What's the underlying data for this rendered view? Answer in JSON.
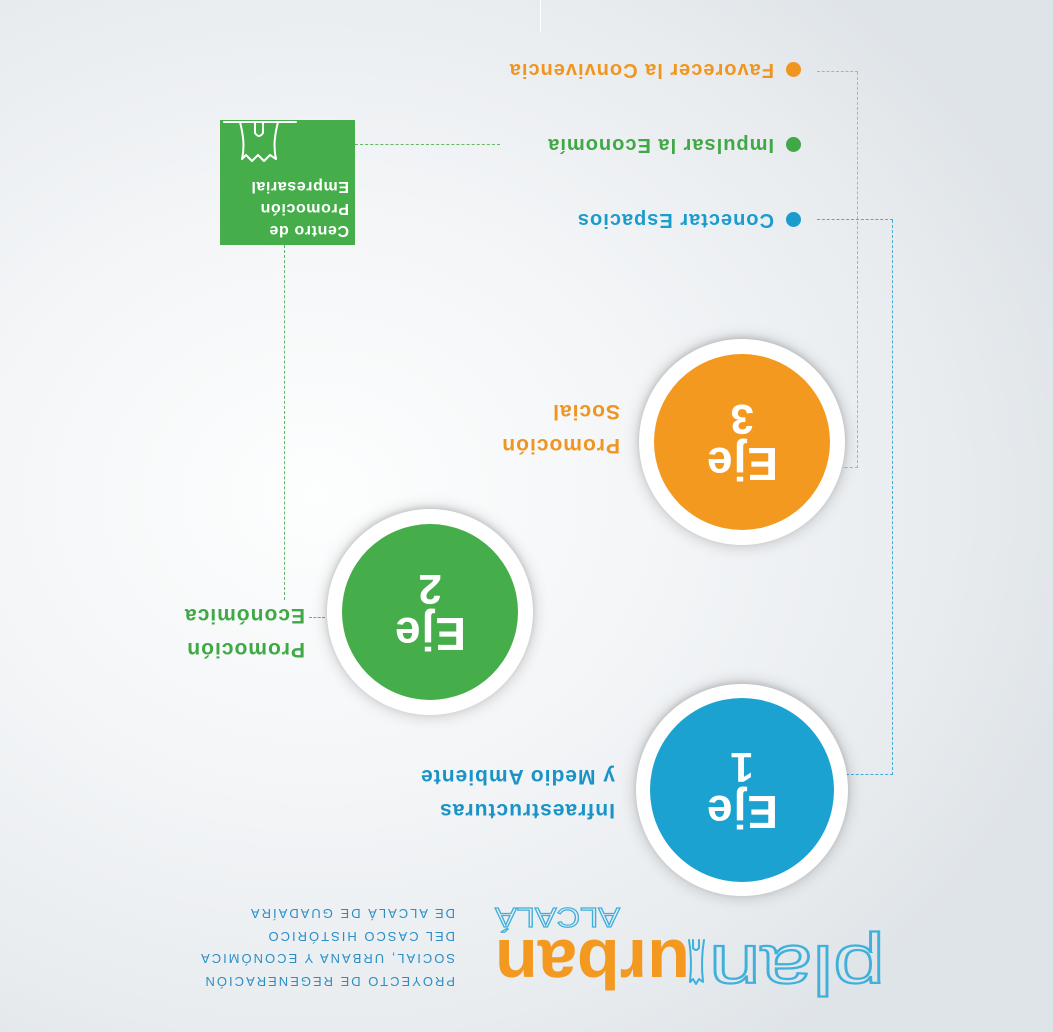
{
  "pillars": [
    {
      "title": "Eje",
      "number": "1",
      "label": [
        "Infraestructuras",
        "y Medio Ambiente"
      ],
      "color": "#1ba2d0",
      "label_color": "#1a93c7"
    },
    {
      "title": "Eje",
      "number": "2",
      "label": [
        "Promoción",
        "Económica"
      ],
      "color": "#45ad4a",
      "label_color": "#40a845"
    },
    {
      "title": "Eje",
      "number": "3",
      "label": [
        "Promoción",
        "Social"
      ],
      "color": "#f4991f",
      "label_color": "#f0951f"
    }
  ],
  "objectives": [
    {
      "label": "Conectar Espacios",
      "color": "#1a9ccd",
      "icon": "bullet-dot-icon"
    },
    {
      "label": "Impulsar la Economía",
      "color": "#40a845",
      "icon": "bullet-dot-icon"
    },
    {
      "label": "Favorecer la Convivencia",
      "color": "#f0951f",
      "icon": "bullet-dot-icon"
    }
  ],
  "center_box": {
    "lines": [
      "Centro de",
      "Promoción",
      "Empresarial"
    ],
    "color": "#45ad4a",
    "icon": "castle-tower-icon"
  },
  "logo": {
    "word1": "plan",
    "word2": "urban",
    "city": "ALCALÁ",
    "word1_color": "#3fb0dc",
    "word2_color": "#f4991f",
    "icon": "castle-tower-icon"
  },
  "project_description": [
    "PROYECTO DE REGENERACIÓN",
    "SOCIAL, URBANA Y ECONÓMICA",
    "DEL CASCO HISTÓRICO",
    "DE ALCALÁ DE GUADAÍRA"
  ]
}
